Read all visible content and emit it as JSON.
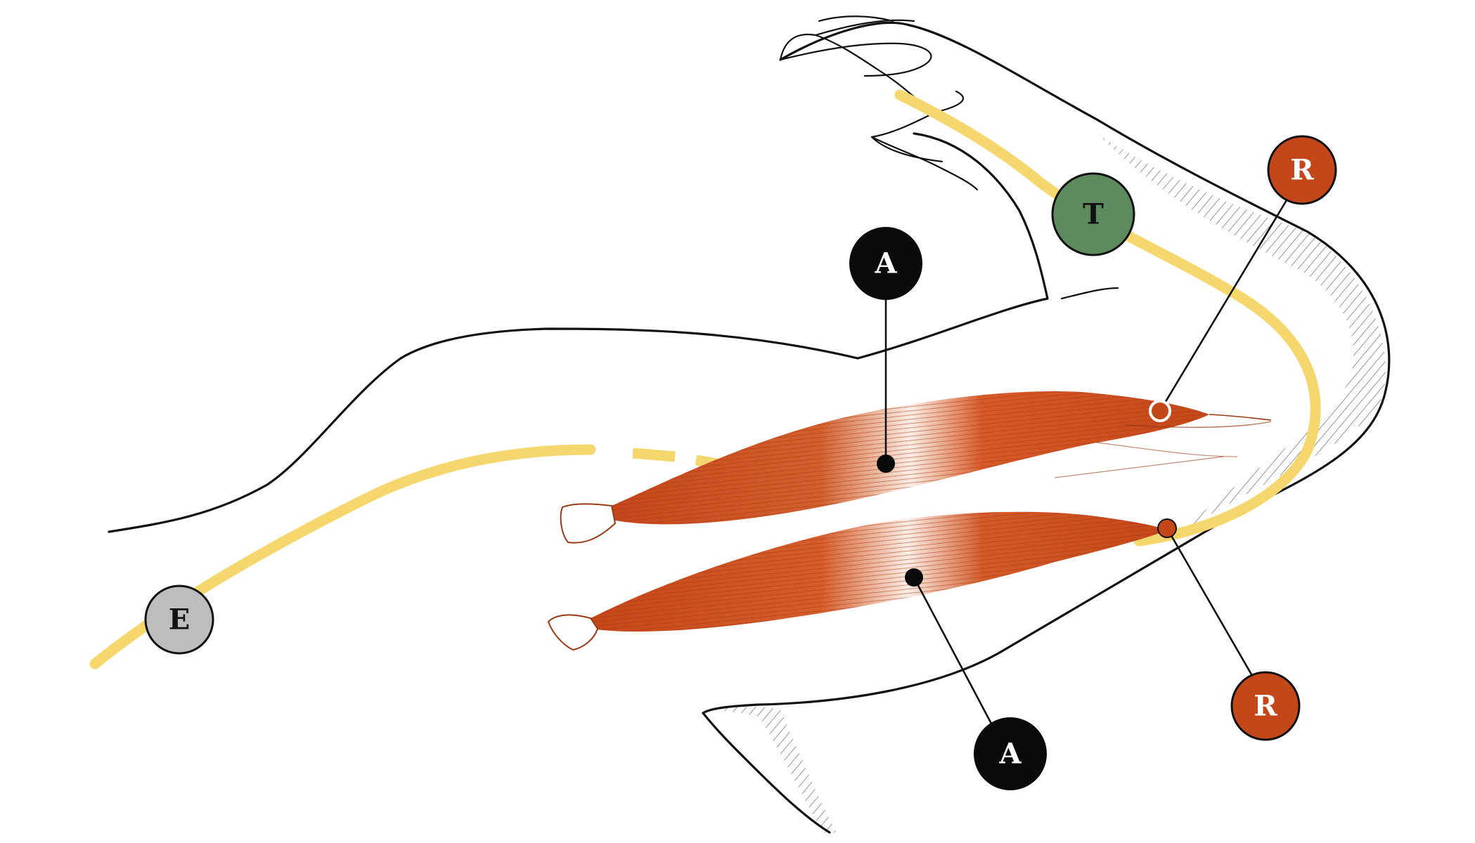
{
  "labels": {
    "triceps": "T",
    "extensor": "E",
    "agonist_upper": "A",
    "agonist_lower": "A",
    "radial_upper": "R",
    "radial_lower": "R"
  },
  "colors": {
    "muscle": "#c4471a",
    "muscle_light": "#e06a3c",
    "tendon_outline": "#9a3a14",
    "path_yellow": "#f5d76e",
    "badge_green": "#5e8b5e",
    "badge_gray": "#bdbdbd",
    "badge_black": "#0a0a0a",
    "badge_orange": "#c4471a",
    "ink": "#111111"
  }
}
